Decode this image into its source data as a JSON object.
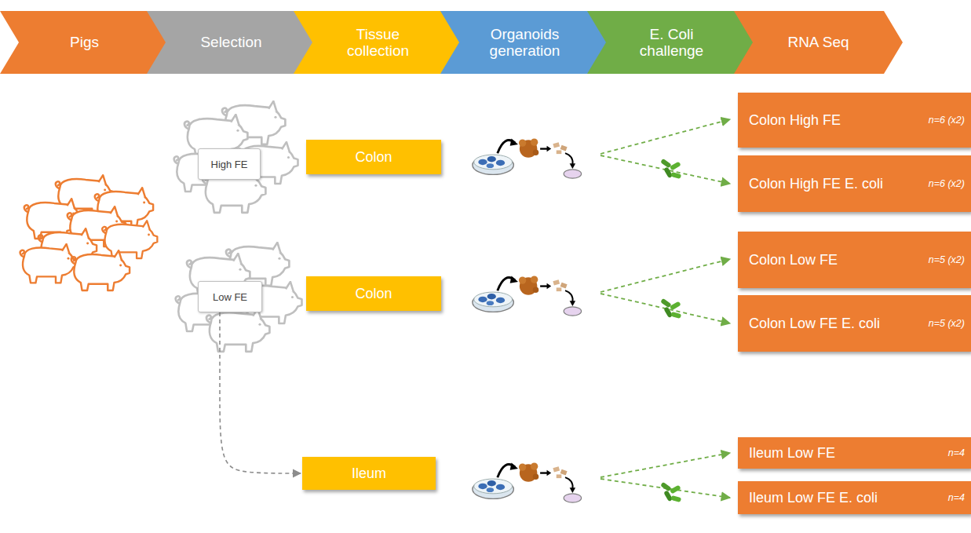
{
  "diagram": {
    "nodes": [
      {
        "text": [
          "Pigs"
        ]
      },
      {
        "text": [
          "Selection"
        ]
      },
      {
        "text": [
          "Tissue collection"
        ]
      },
      {
        "text": [
          "Organoids generation"
        ]
      },
      {
        "text": [
          "E. Coli challenge"
        ]
      },
      {
        "text": [
          "RNA Seq"
        ]
      },
      {
        "text": [
          "High FE"
        ]
      },
      {
        "text": [
          "Colon"
        ]
      },
      {
        "text": [
          "Colon High FE",
          "n=6 (x2)"
        ]
      },
      {
        "text": [
          "Colon High FE E. coli",
          "n=6 (x2)"
        ]
      },
      {
        "text": [
          "Low FE"
        ]
      },
      {
        "text": [
          "Colon"
        ]
      },
      {
        "text": [
          "Colon Low FE",
          "n=5 (x2)"
        ]
      },
      {
        "text": [
          "Colon Low FE E. coli",
          "n=5 (x2)"
        ]
      },
      {
        "text": [
          "Ileum"
        ]
      },
      {
        "text": [
          "Ileum Low FE",
          "n=4"
        ]
      },
      {
        "text": [
          "Ileum Low FE E. coli",
          "n=4"
        ]
      }
    ],
    "edges": [
      {
        "from": 10,
        "to": 14,
        "arrow": "to"
      }
    ]
  }
}
